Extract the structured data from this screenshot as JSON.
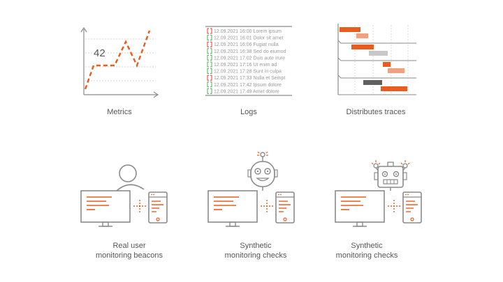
{
  "colors": {
    "accent": "#e85d1f",
    "accent_light": "#f2a080",
    "gray": "#8a8a8a",
    "dark": "#555555",
    "light_gray": "#c8c8c8",
    "green": "#4caf50",
    "red": "#e53935"
  },
  "metrics": {
    "caption": "Metrics",
    "value": "42"
  },
  "logs": {
    "caption": "Logs",
    "entries": [
      {
        "text": "12.09.2021 16:00 Lorem ipsum",
        "level": "error"
      },
      {
        "text": "12.09.2021 16:01 Dolor sit amet",
        "level": "ok"
      },
      {
        "text": "12.09.2021 16:06 Fugiat nulla",
        "level": "error"
      },
      {
        "text": "12.09.2021 16:38 Sed do eiumod",
        "level": "ok"
      },
      {
        "text": "12.09.2021 17:02 Duis aute irure",
        "level": "ok"
      },
      {
        "text": "12.09.2021 17:16 Ut enim ad",
        "level": "ok"
      },
      {
        "text": "12.09.2021 17:28 Sunt in culpa",
        "level": "ok"
      },
      {
        "text": "12.09.2021 17:33 Nulla et Sempt",
        "level": "error"
      },
      {
        "text": "12.09.2021 17:42 Ipsum dolore",
        "level": "ok"
      },
      {
        "text": "12.09.2021 17:49 Amet dolore",
        "level": "ok"
      }
    ]
  },
  "traces": {
    "caption": "Distributes traces"
  },
  "rum": {
    "caption_line1": "Real user",
    "caption_line2": "monitoring beacons"
  },
  "synthetic1": {
    "caption_line1": "Synthetic",
    "caption_line2": "monitoring checks"
  },
  "synthetic2": {
    "caption_line1": "Synthetic",
    "caption_line2": "monitoring checks"
  }
}
